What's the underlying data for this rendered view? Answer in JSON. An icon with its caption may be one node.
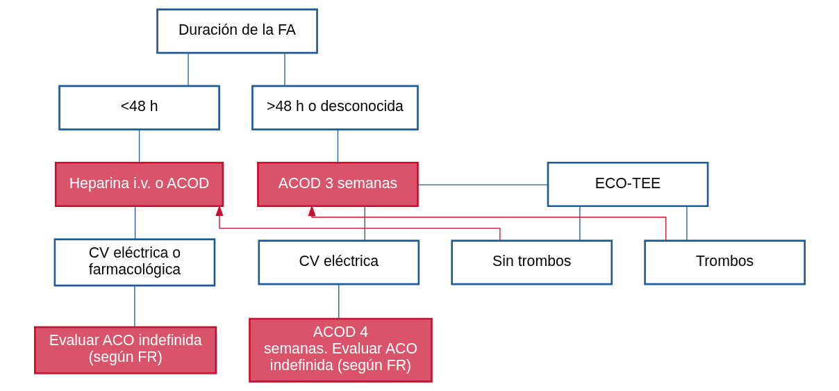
{
  "diagram": {
    "nodes": [
      {
        "text": [
          "Duración de la FA"
        ]
      },
      {
        "text": [
          "<48 h"
        ]
      },
      {
        "text": [
          ">48 h o desconocida"
        ]
      },
      {
        "text": [
          "Heparina i.v. o ACOD"
        ]
      },
      {
        "text": [
          "ECO-TEE"
        ]
      },
      {
        "text": [
          "ACOD 3 semanas"
        ]
      },
      {
        "text": [
          "CV eléctrica o farmacológica"
        ]
      },
      {
        "text": [
          "Sin trombos"
        ]
      },
      {
        "text": [
          "Trombos"
        ]
      },
      {
        "text": [
          "CV eléctrica"
        ]
      },
      {
        "text": [
          "Evaluar ACO indefinida (según FR)"
        ]
      },
      {
        "text": [
          "ACOD 4 semanas. Evaluar ACO indefinida (según FR)"
        ]
      }
    ],
    "edges": [
      {
        "from": 0,
        "to": 1,
        "arrow": "none"
      },
      {
        "from": 0,
        "to": 2,
        "arrow": "none"
      },
      {
        "from": 1,
        "to": 3,
        "arrow": "none"
      },
      {
        "from": 2,
        "to": 5,
        "arrow": "none"
      },
      {
        "from": 4,
        "to": 5,
        "arrow": "none"
      },
      {
        "from": 3,
        "to": 6,
        "arrow": "none"
      },
      {
        "from": 4,
        "to": 7,
        "arrow": "none"
      },
      {
        "from": 4,
        "to": 8,
        "arrow": "none"
      },
      {
        "from": 5,
        "to": 9,
        "arrow": "none"
      },
      {
        "from": 7,
        "to": 3,
        "arrow": "to",
        "color": "#c8102e"
      },
      {
        "from": 8,
        "to": 5,
        "arrow": "to",
        "color": "#c8102e"
      },
      {
        "from": 6,
        "to": 10,
        "arrow": "none"
      },
      {
        "from": 9,
        "to": 11,
        "arrow": "none"
      }
    ]
  }
}
